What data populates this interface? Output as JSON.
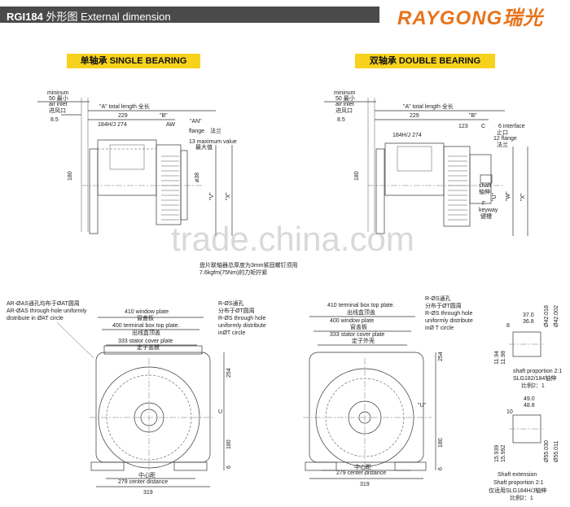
{
  "header": {
    "model": "RGI184",
    "title_cn": "外形图",
    "title_en": "External dimension"
  },
  "brand": {
    "name": "RAYGONG",
    "cn": "瑞光",
    "color": "#e8731a"
  },
  "watermark": "trade.china.com",
  "colors": {
    "label_bg": "#f7d21d",
    "header_bg": "#4a4a4a"
  },
  "single": {
    "title": "单轴承 SINGLE BEARING",
    "minimum": "mininum",
    "min50": "50 最小",
    "air_inlet": "air inlet",
    "air_inlet_cn": "进风口",
    "dim_85": "8.5",
    "total_length": "\"A\" total length   全长",
    "dim_229": "229",
    "dim_B": "\"B\"",
    "frame": "184H/J  274",
    "dim_AW": "AW",
    "dim_AN": "\"AN\"",
    "flange": "flange",
    "flange_cn": "法兰",
    "max_value": "13 maximum value",
    "max_value_cn": "最大值",
    "dim_180": "180",
    "dim_dia": "ø38",
    "dim_V": "\"V\"",
    "dim_X": "\"X\"",
    "note_1": "盘片联轴器总厚度为3mm紧固螺钉须用",
    "note_2": "7.6kgfm(75Nm)的力矩拧紧"
  },
  "double": {
    "title": "双轴承 DOUBLE BEARING",
    "minimum": "mininum",
    "min50": "50 最小",
    "air_inlet": "air inlet",
    "air_inlet_cn": "进风口",
    "dim_85": "8.5",
    "total_length": "\"A\" total length   全长",
    "dim_229": "229",
    "dim_B": "\"B\"",
    "frame": "184H/J  274",
    "dim_123": "123",
    "dim_C": "C",
    "interface": "6  interface",
    "interface_cn": "止口",
    "flange": "12 flange",
    "flange_cn": "法兰",
    "dim_180": "180",
    "shaft": "shaft",
    "shaft_cn": "轴伸",
    "dim_U": "\"U\"",
    "dim_W": "\"W\"",
    "dim_X": "\"X\"",
    "dim_F": "F",
    "keyway": "keyway",
    "keyway_cn": "键槽"
  },
  "front_left": {
    "note_ar_cn": "AR-ØAS通孔均布于ØAT圆周",
    "note_ar_1": "AR-ØAS through-hole uniformly",
    "note_ar_2": "distribute in ØAT circle",
    "window_plate": "410 window plate",
    "window_plate_cn": "窗盖板",
    "terminal_box": "400 terminal box top plate.",
    "terminal_box_cn": "出线盒顶盖",
    "stator_cover": "333 stator cover plate",
    "stator_cover_cn": "定子盖板",
    "note_r_cn1": "R-ØS通孔",
    "note_r_cn2": "分布于ØT圆周",
    "note_r_1": "R-ØS through hole",
    "note_r_2": "uniformly distribute",
    "note_r_3": "inØT circle",
    "dim_254": "254",
    "dim_U": "U",
    "dim_180": "180",
    "dim_6": "6",
    "center_cn": "中心距",
    "center": "279 center distance",
    "dim_319": "319"
  },
  "front_right": {
    "terminal_box": "410 terminal box top plate.",
    "terminal_box_cn": "出线盒顶盖",
    "window_plate": "400 window plate",
    "window_plate_cn": "窗盖板",
    "stator_cover": "333 stator cover plate",
    "stator_cover_cn": "定子外壳",
    "note_r_cn1": "R-ØS通孔",
    "note_r_cn2": "分布于ØT圆周",
    "note_r_1": "R-ØS through hole",
    "note_r_2": "uniformly distribute",
    "note_r_3": "inØ T circle",
    "dim_254": "254",
    "dim_U": "\"U\"",
    "dim_180": "180",
    "dim_6": "6",
    "center_cn": "中心距",
    "center": "279 center distance",
    "dim_319": "319"
  },
  "shaft_detail": {
    "d370": "37.0",
    "d368": "36.8",
    "d8": "8",
    "phi42018": "Ø42.018",
    "phi42002": "Ø42.002",
    "d1194": "11.94",
    "d1198": "11.98",
    "proportion": "shaft proportion 2:1",
    "slg": "SLG182/184轴伸",
    "ratio": "比例2：1",
    "d490": "49.0",
    "d488": "48.8",
    "d10": "10",
    "d15939": "15.939",
    "d15992": "15.992",
    "phi55030": "Ø55.030",
    "phi55011": "Ø55.011",
    "ext": "Shaft extension",
    "ext_prop": "Shaft proportion 2:1",
    "ext_cn": "仅适用SLG184H/J轴伸",
    "ext_ratio": "比例2：1"
  }
}
